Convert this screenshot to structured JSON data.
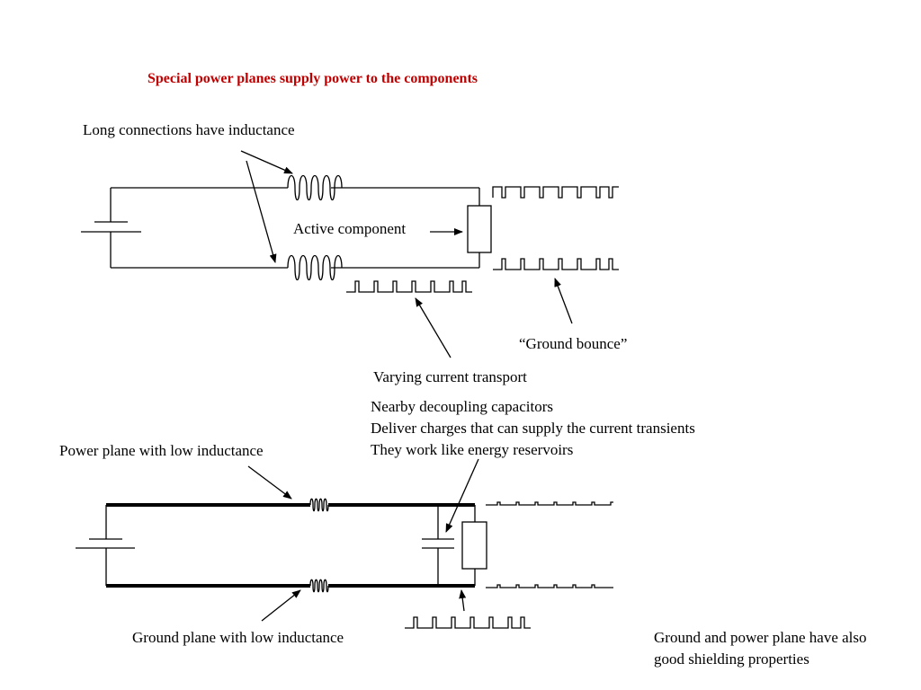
{
  "title": "Special power planes supply power to the components",
  "labels": {
    "long_connections": "Long connections have inductance",
    "active_component": "Active component",
    "ground_bounce": "“Ground bounce”",
    "varying_current": "Varying current transport",
    "decoupling_1": "Nearby decoupling capacitors",
    "decoupling_2": "Deliver charges that can supply the current transients",
    "decoupling_3": "They work like energy reservoirs",
    "power_plane": "Power plane with low inductance",
    "ground_plane": "Ground plane with low inductance",
    "shielding_1": "Ground and power plane have also",
    "shielding_2": "good shielding properties"
  },
  "colors": {
    "title": "#c00000",
    "line": "#000000",
    "background": "#ffffff"
  }
}
